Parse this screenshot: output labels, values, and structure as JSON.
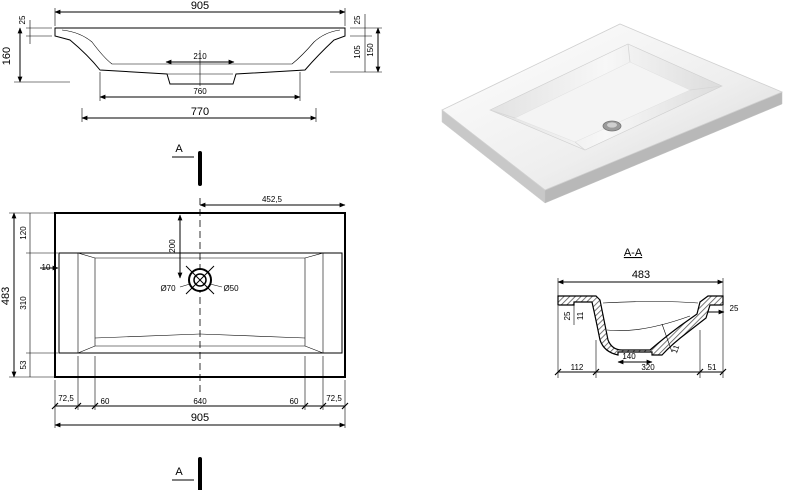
{
  "colors": {
    "line": "#000000",
    "hatch": "#555555",
    "sink_body": "#f2f2f2"
  },
  "side_view": {
    "dims": {
      "total_width": "905",
      "top_thickness": "25",
      "total_height": "160",
      "right_a": "25",
      "right_b": "105",
      "right_c": "150",
      "drain_width": "210",
      "basin_width_inner": "760",
      "basin_width_outer": "770"
    }
  },
  "section_marker": {
    "label": "A"
  },
  "plan_view": {
    "dims": {
      "half_width": "452,5",
      "drain_offset": "200",
      "depth_total": "483",
      "back_margin": "120",
      "basin_depth": "310",
      "front_margin": "53",
      "side_gap": "10",
      "drain_diameter_outer": "Ø70",
      "drain_diameter_inner": "Ø50",
      "left_margin": "72,5",
      "left_slope": "60",
      "basin_width": "640",
      "right_slope": "60",
      "right_margin": "72,5",
      "total_width": "905"
    }
  },
  "section_view": {
    "title": "A-A",
    "dims": {
      "depth_total": "483",
      "top_thickness": "25",
      "wall": "11",
      "right_thickness": "25",
      "drain_width": "140",
      "wall_bottom": "11",
      "back_margin": "112",
      "basin_depth": "320",
      "front_margin": "51"
    }
  }
}
